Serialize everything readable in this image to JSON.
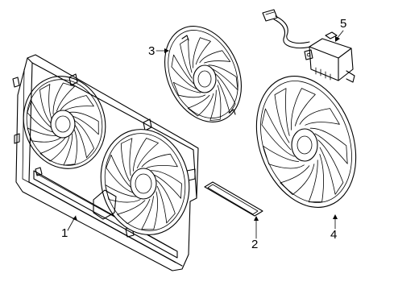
{
  "diagram": {
    "callouts": [
      {
        "id": "fan-shroud",
        "label": "1"
      },
      {
        "id": "seal-strip",
        "label": "2"
      },
      {
        "id": "fan-left",
        "label": "3"
      },
      {
        "id": "fan-right",
        "label": "4"
      },
      {
        "id": "control-module",
        "label": "5"
      }
    ]
  }
}
